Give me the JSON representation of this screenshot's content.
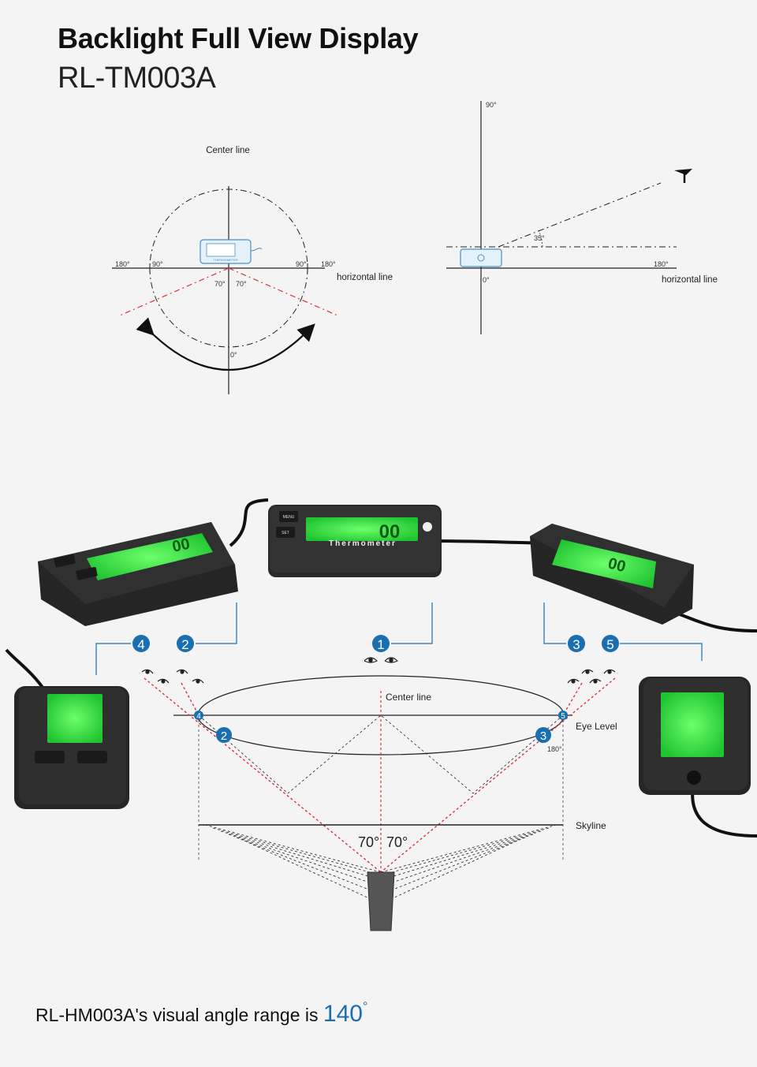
{
  "header": {
    "title": "Backlight Full View Display",
    "model": "RL-TM003A"
  },
  "top_left": {
    "center_label": "Center line",
    "horizontal_label": "horizontal line",
    "angle_180_left": "180°",
    "angle_90_left": "90°",
    "angle_90_right": "90°",
    "angle_180_right": "180°",
    "angle_70_left": "70°",
    "angle_70_right": "70°",
    "angle_0": "0°",
    "device_text": "THERMOMETER"
  },
  "top_right": {
    "angle_90": "90°",
    "angle_35": "35°",
    "angle_180": "180°",
    "angle_0": "0°",
    "horizontal_label": "horizontal line"
  },
  "bottom": {
    "markers": [
      "1",
      "2",
      "3",
      "4",
      "5"
    ],
    "center_label": "Center line",
    "eye_level_label": "Eye Level",
    "skyline_label": "Skyline",
    "angle_180": "180°",
    "angle_70_left": "70°",
    "angle_70_right": "70°",
    "device_label": "Thermometer",
    "lcd_digits": "00",
    "menu_label": "MENU",
    "set_label": "SET"
  },
  "caption": {
    "text": "RL-HM003A's visual angle range is",
    "value": "140",
    "unit": "°"
  },
  "colors": {
    "marker_blue": "#1a6fb0",
    "lcd_green": "#35e04a",
    "red_dash": "#d8343c",
    "device_body": "#2a2a2a"
  }
}
